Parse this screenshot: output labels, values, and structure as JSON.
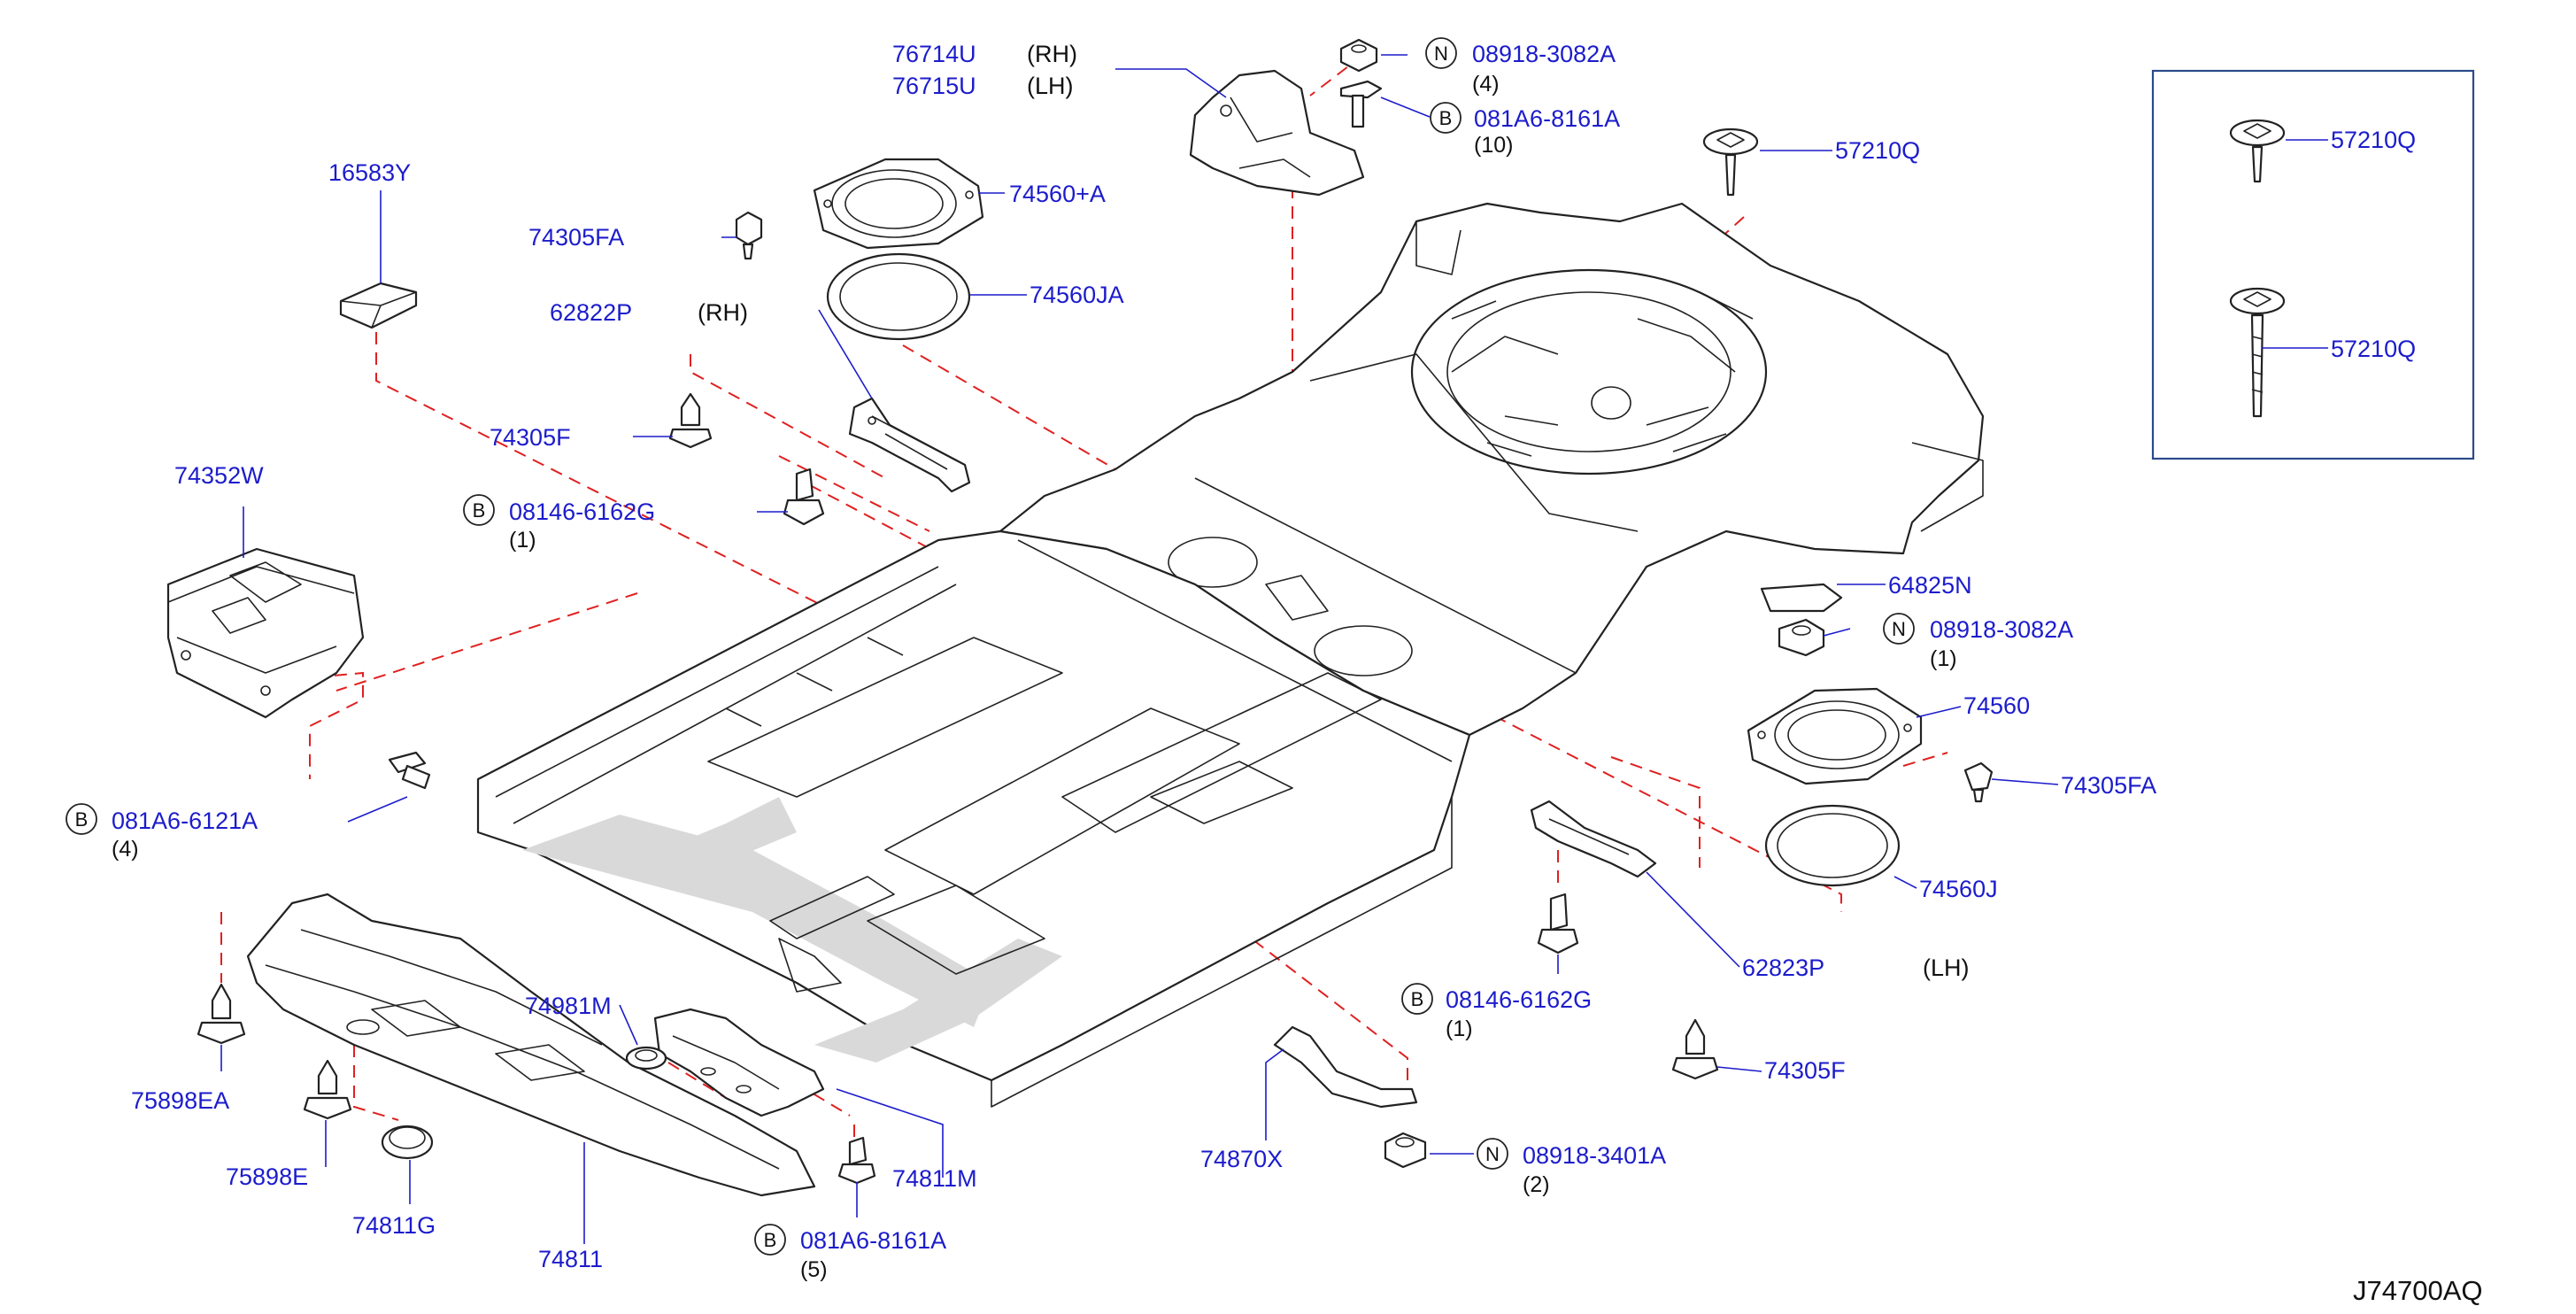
{
  "diagram_code": "J74700AQ",
  "parts": {
    "p76714U": {
      "number": "76714U",
      "side": "(RH)"
    },
    "p76715U": {
      "number": "76715U",
      "side": "(LH)"
    },
    "n08918_3082A_top": {
      "code": "N",
      "number": "08918-3082A",
      "qty": "(4)"
    },
    "b081A6_8161A_top": {
      "code": "B",
      "number": "081A6-8161A",
      "qty": "(10)"
    },
    "p57210Q_main": {
      "number": "57210Q"
    },
    "p16583Y": {
      "number": "16583Y"
    },
    "p74560plusA": {
      "number": "74560+A"
    },
    "p74305FA_top": {
      "number": "74305FA"
    },
    "p74560JA": {
      "number": "74560JA"
    },
    "p62822P": {
      "number": "62822P",
      "side": "(RH)"
    },
    "p74305F_left": {
      "number": "74305F"
    },
    "b08146_6162G_left": {
      "code": "B",
      "number": "08146-6162G",
      "qty": "(1)"
    },
    "p74352W": {
      "number": "74352W"
    },
    "b081A6_6121A": {
      "code": "B",
      "number": "081A6-6121A",
      "qty": "(4)"
    },
    "p64825N": {
      "number": "64825N"
    },
    "n08918_3082A_right": {
      "code": "N",
      "number": "08918-3082A",
      "qty": "(1)"
    },
    "p74560": {
      "number": "74560"
    },
    "p74305FA_right": {
      "number": "74305FA"
    },
    "p74560J": {
      "number": "74560J"
    },
    "p62823P": {
      "number": "62823P",
      "side": "(LH)"
    },
    "b08146_6162G_right": {
      "code": "B",
      "number": "08146-6162G",
      "qty": "(1)"
    },
    "p74305F_right": {
      "number": "74305F"
    },
    "p74870X": {
      "number": "74870X"
    },
    "n08918_3401A": {
      "code": "N",
      "number": "08918-3401A",
      "qty": "(2)"
    },
    "p74981M": {
      "number": "74981M"
    },
    "p74811M": {
      "number": "74811M"
    },
    "b081A6_8161A_bottom": {
      "code": "B",
      "number": "081A6-8161A",
      "qty": "(5)"
    },
    "p75898EA": {
      "number": "75898EA"
    },
    "p75898E": {
      "number": "75898E"
    },
    "p74811G": {
      "number": "74811G"
    },
    "p74811": {
      "number": "74811"
    },
    "inset_57210Q_short": {
      "number": "57210Q"
    },
    "inset_57210Q_long": {
      "number": "57210Q"
    }
  },
  "colors": {
    "part_number": "#1c1ccc",
    "dashed_line": "#e02020",
    "linework": "#222222"
  }
}
